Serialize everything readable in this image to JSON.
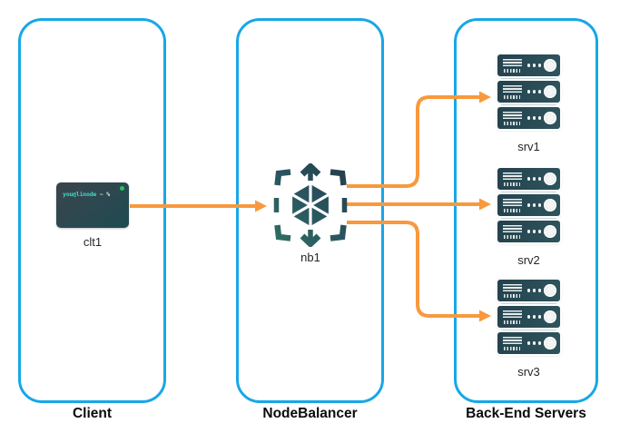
{
  "columns": [
    {
      "title": "Client"
    },
    {
      "title": "NodeBalancer"
    },
    {
      "title": "Back-End Servers"
    }
  ],
  "nodes": {
    "client": {
      "label": "clt1",
      "icon": "terminal-icon"
    },
    "balancer": {
      "label": "nb1",
      "icon": "nodebalancer-icon"
    },
    "servers": [
      {
        "label": "srv1",
        "icon": "server-stack-icon"
      },
      {
        "label": "srv2",
        "icon": "server-stack-icon"
      },
      {
        "label": "srv3",
        "icon": "server-stack-icon"
      }
    ]
  },
  "terminal": {
    "prompt_user": "you@linode",
    "prompt_rest": " ~ %"
  },
  "connections": [
    {
      "from": "clt1",
      "to": "nb1"
    },
    {
      "from": "nb1",
      "to": "srv1"
    },
    {
      "from": "nb1",
      "to": "srv2"
    },
    {
      "from": "nb1",
      "to": "srv3"
    }
  ],
  "colors": {
    "accent-blue": "#17A7E8",
    "arrow-orange": "#F8993D",
    "icon-teal": "#2F6E60",
    "icon-mid": "#2A5560",
    "icon-slate": "#243F4A",
    "terminal-green": "#22C55E",
    "prompt-teal": "#45D6C0",
    "server-dark": "#24424D",
    "server-light": "#2E545D"
  }
}
